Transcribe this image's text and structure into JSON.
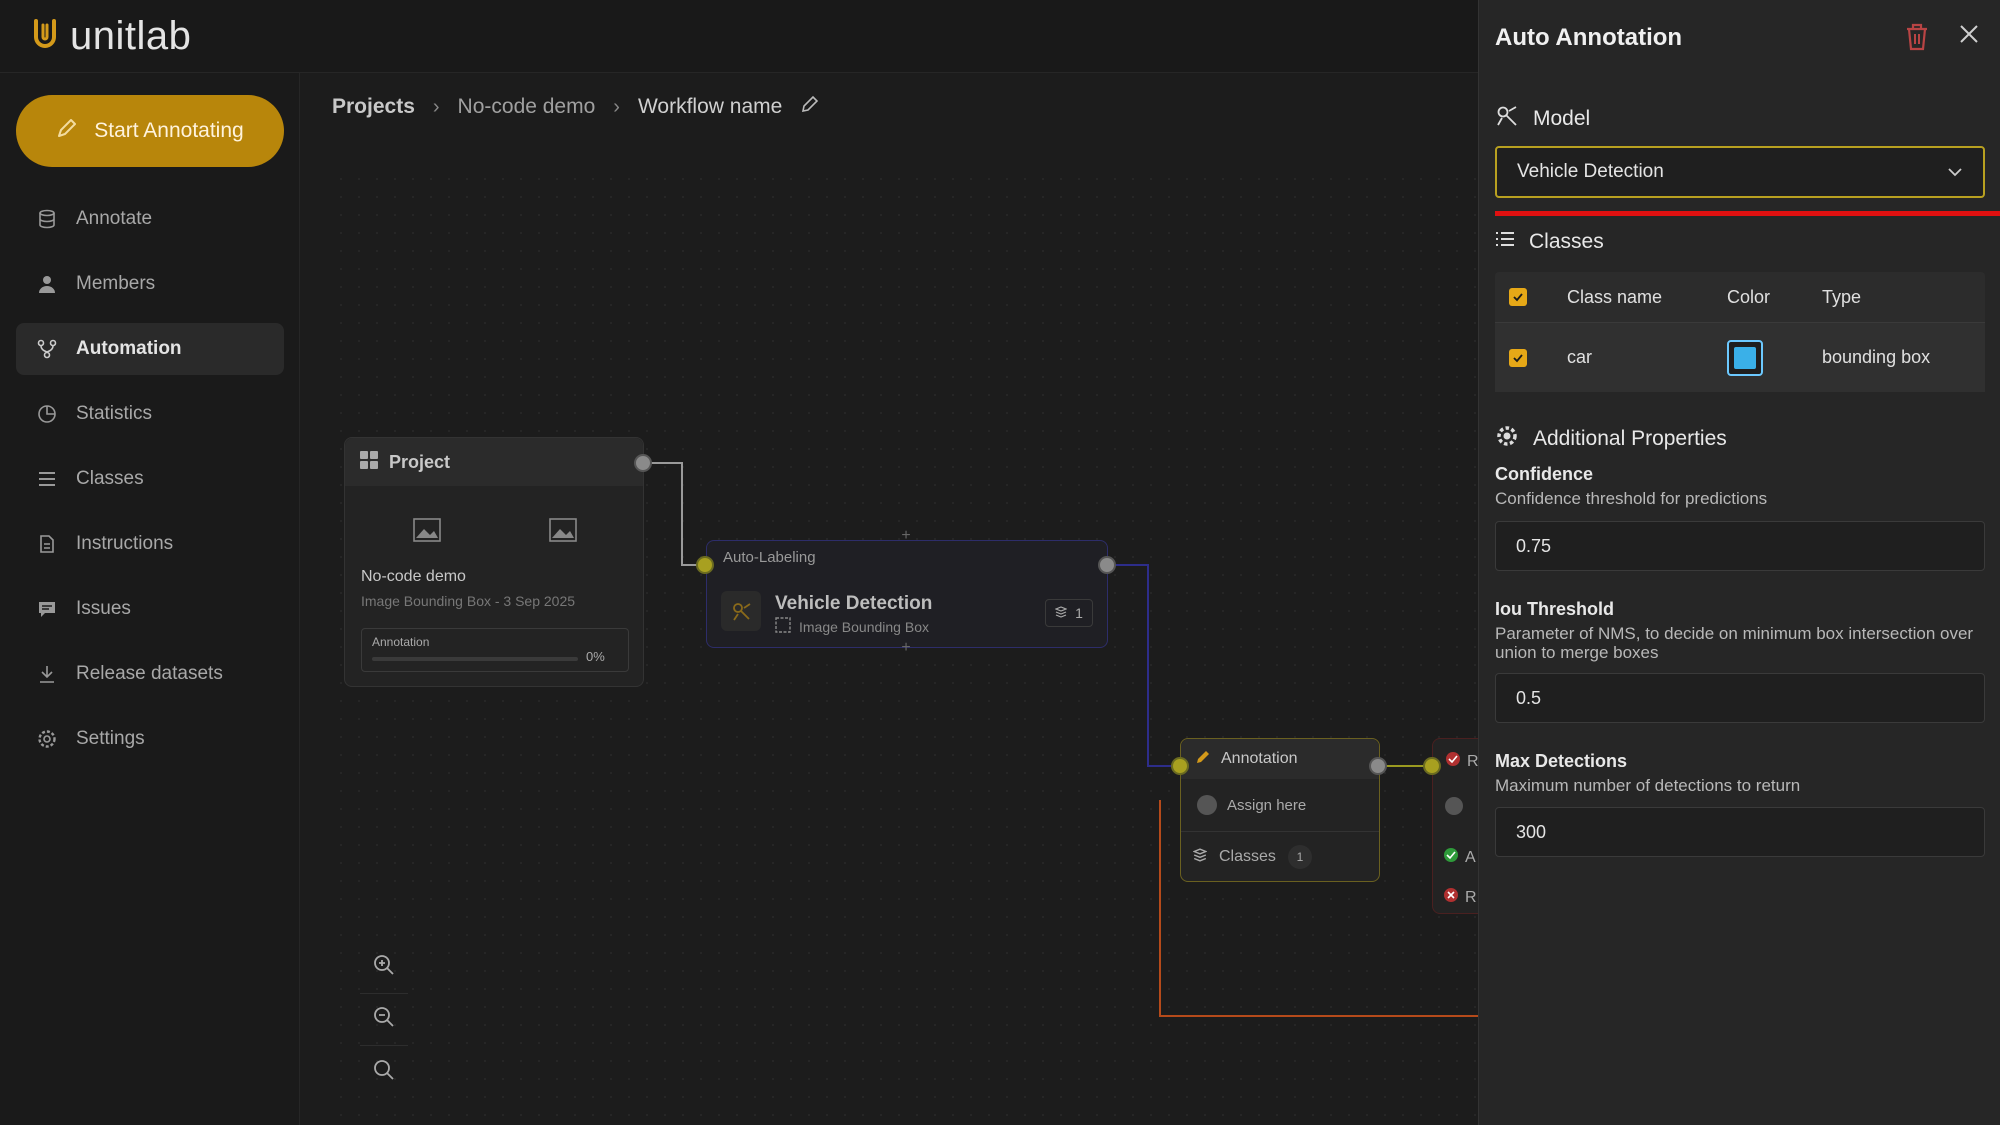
{
  "app": {
    "logo_text": "unitlab"
  },
  "sidebar": {
    "start_button": "Start Annotating",
    "items": [
      {
        "label": "Annotate",
        "icon": "database-icon"
      },
      {
        "label": "Members",
        "icon": "user-icon"
      },
      {
        "label": "Automation",
        "icon": "branch-icon",
        "active": true
      },
      {
        "label": "Statistics",
        "icon": "pie-chart-icon"
      },
      {
        "label": "Classes",
        "icon": "list-icon"
      },
      {
        "label": "Instructions",
        "icon": "document-icon"
      },
      {
        "label": "Issues",
        "icon": "message-icon"
      },
      {
        "label": "Release datasets",
        "icon": "download-icon"
      },
      {
        "label": "Settings",
        "icon": "gear-icon"
      }
    ]
  },
  "breadcrumb": {
    "root": "Projects",
    "project": "No-code demo",
    "current": "Workflow name"
  },
  "nodes": {
    "project": {
      "title": "Project",
      "name": "No-code demo",
      "meta": "Image Bounding Box - 3 Sep 2025",
      "progress_label": "Annotation",
      "progress_value": "0%",
      "progress": 0
    },
    "auto_labeling": {
      "header": "Auto-Labeling",
      "title": "Vehicle Detection",
      "subtitle": "Image Bounding Box",
      "count": "1"
    },
    "annotation": {
      "title": "Annotation",
      "assign": "Assign here",
      "classes_label": "Classes",
      "classes_count": "1"
    },
    "review": {
      "title_partial": "R",
      "row1": "A",
      "row2": "R"
    }
  },
  "panel": {
    "title": "Auto Annotation",
    "model_heading": "Model",
    "model_value": "Vehicle Detection",
    "classes_heading": "Classes",
    "table": {
      "headers": {
        "name": "Class name",
        "color": "Color",
        "type": "Type"
      },
      "rows": [
        {
          "name": "car",
          "color": "#3ab0e8",
          "type": "bounding box"
        }
      ]
    },
    "additional_heading": "Additional Properties",
    "confidence": {
      "label": "Confidence",
      "desc": "Confidence threshold for predictions",
      "value": "0.75"
    },
    "iou": {
      "label": "Iou Threshold",
      "desc": "Parameter of NMS, to decide on minimum box intersection over union to merge boxes",
      "value": "0.5"
    },
    "max_det": {
      "label": "Max Detections",
      "desc": "Maximum number of detections to return",
      "value": "300"
    }
  },
  "colors": {
    "accent": "#b8860b",
    "checkbox": "#e6a817",
    "alert_line": "#e01010",
    "edge": "#2d2d8a",
    "reject_edge": "#b54a1a"
  }
}
